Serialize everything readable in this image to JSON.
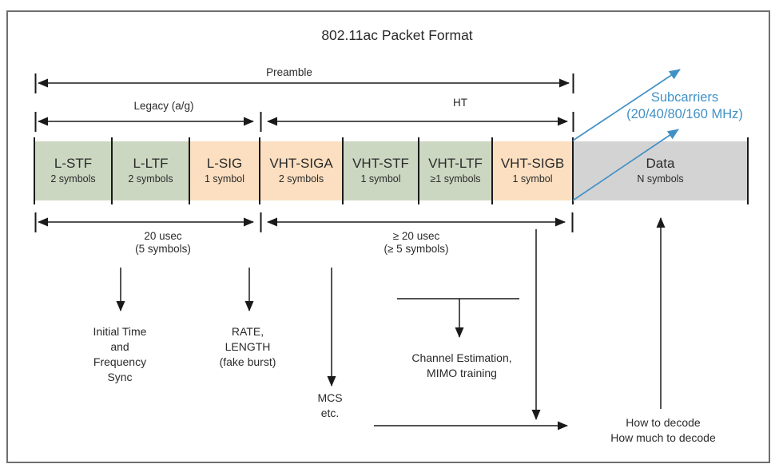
{
  "title": "802.11ac Packet Format",
  "colors": {
    "green": "#ccd7c2",
    "orange": "#fbdfc0",
    "gray": "#d3d3d3",
    "blue": "#4191c6",
    "line": "#1a1a1a",
    "border": "#6f6f6f",
    "text": "#2a2a2a"
  },
  "spans": {
    "preamble": "Preamble",
    "legacy": "Legacy (a/g)",
    "ht": "HT"
  },
  "boxes": [
    {
      "name": "L-STF",
      "sub": "2 symbols",
      "fill": "green"
    },
    {
      "name": "L-LTF",
      "sub": "2 symbols",
      "fill": "green"
    },
    {
      "name": "L-SIG",
      "sub": "1 symbol",
      "fill": "orange"
    },
    {
      "name": "VHT-SIGA",
      "sub": "2 symbols",
      "fill": "orange"
    },
    {
      "name": "VHT-STF",
      "sub": "1 symbol",
      "fill": "green"
    },
    {
      "name": "VHT-LTF",
      "sub": "≥1 symbols",
      "fill": "green"
    },
    {
      "name": "VHT-SIGB",
      "sub": "1 symbol",
      "fill": "orange"
    },
    {
      "name": "Data",
      "sub": "N symbols",
      "fill": "gray"
    }
  ],
  "subcarriers": {
    "line1": "Subcarriers",
    "line2": "(20/40/80/160 MHz)"
  },
  "durations": {
    "legacy": {
      "line1": "20 usec",
      "line2": "(5 symbols)"
    },
    "vht": {
      "line1": "≥ 20 usec",
      "line2": "(≥ 5 symbols)"
    }
  },
  "annotations": {
    "sync": {
      "lines": [
        "Initial Time",
        "and",
        "Frequency",
        "Sync"
      ]
    },
    "rate": {
      "lines": [
        "RATE,",
        "LENGTH",
        "(fake burst)"
      ]
    },
    "mcs": {
      "lines": [
        "MCS",
        "etc."
      ]
    },
    "channel": {
      "lines": [
        "Channel Estimation,",
        "MIMO training"
      ]
    },
    "decode": {
      "lines": [
        "How to decode",
        "How much to decode"
      ]
    }
  }
}
